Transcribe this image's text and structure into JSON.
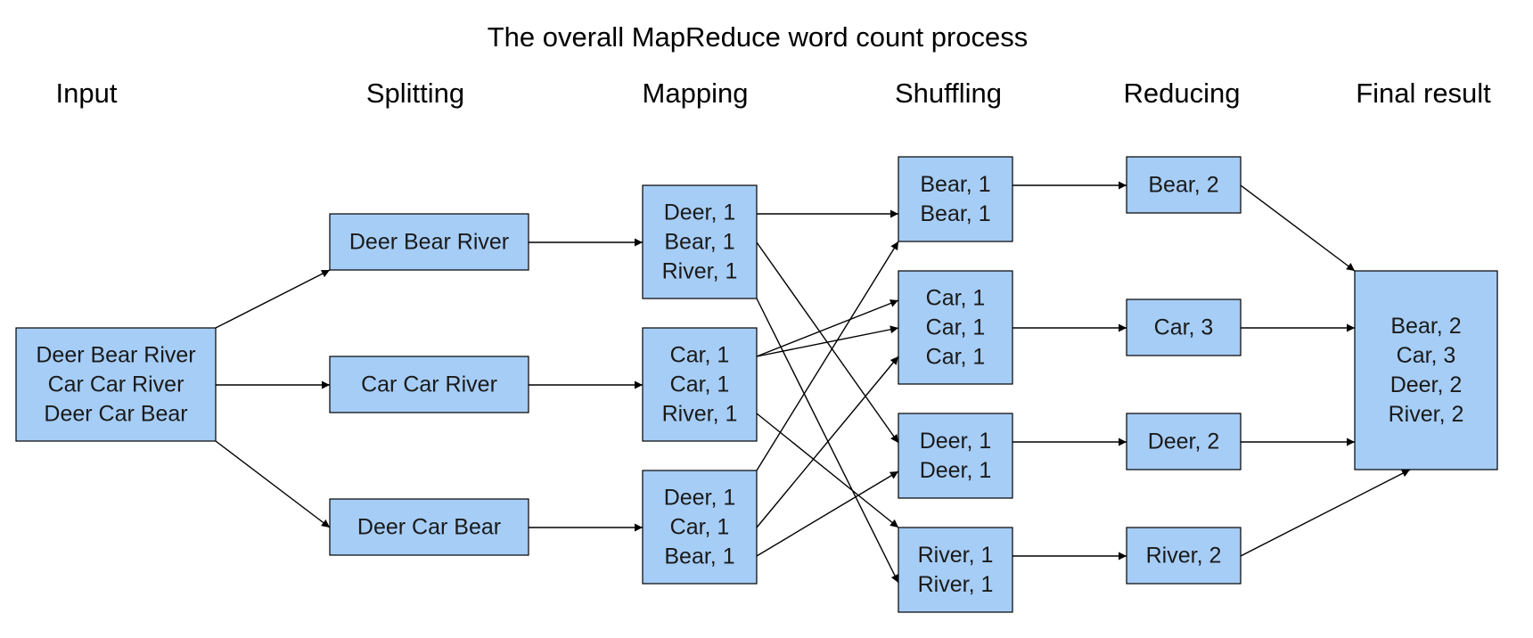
{
  "title": "The overall MapReduce word count process",
  "box_fill": "#a6cdf6",
  "stages": [
    {
      "id": "input",
      "label": "Input"
    },
    {
      "id": "splitting",
      "label": "Splitting"
    },
    {
      "id": "mapping",
      "label": "Mapping"
    },
    {
      "id": "shuffling",
      "label": "Shuffling"
    },
    {
      "id": "reducing",
      "label": "Reducing"
    },
    {
      "id": "final",
      "label": "Final result"
    }
  ],
  "nodes": [
    {
      "id": "input",
      "stage": "input",
      "lines": [
        "Deer Bear River",
        "Car Car River",
        "Deer Car Bear"
      ]
    },
    {
      "id": "split-1",
      "stage": "splitting",
      "lines": [
        "Deer Bear River"
      ]
    },
    {
      "id": "split-2",
      "stage": "splitting",
      "lines": [
        "Car Car River"
      ]
    },
    {
      "id": "split-3",
      "stage": "splitting",
      "lines": [
        "Deer Car Bear"
      ]
    },
    {
      "id": "map-1",
      "stage": "mapping",
      "lines": [
        "Deer, 1",
        "Bear, 1",
        "River, 1"
      ]
    },
    {
      "id": "map-2",
      "stage": "mapping",
      "lines": [
        "Car, 1",
        "Car, 1",
        "River, 1"
      ]
    },
    {
      "id": "map-3",
      "stage": "mapping",
      "lines": [
        "Deer, 1",
        "Car, 1",
        "Bear, 1"
      ]
    },
    {
      "id": "shuffle-bear",
      "stage": "shuffling",
      "lines": [
        "Bear, 1",
        "Bear, 1"
      ]
    },
    {
      "id": "shuffle-car",
      "stage": "shuffling",
      "lines": [
        "Car, 1",
        "Car, 1",
        "Car, 1"
      ]
    },
    {
      "id": "shuffle-deer",
      "stage": "shuffling",
      "lines": [
        "Deer, 1",
        "Deer, 1"
      ]
    },
    {
      "id": "shuffle-river",
      "stage": "shuffling",
      "lines": [
        "River, 1",
        "River, 1"
      ]
    },
    {
      "id": "reduce-bear",
      "stage": "reducing",
      "lines": [
        "Bear, 2"
      ]
    },
    {
      "id": "reduce-car",
      "stage": "reducing",
      "lines": [
        "Car, 3"
      ]
    },
    {
      "id": "reduce-deer",
      "stage": "reducing",
      "lines": [
        "Deer, 2"
      ]
    },
    {
      "id": "reduce-river",
      "stage": "reducing",
      "lines": [
        "River, 2"
      ]
    },
    {
      "id": "final",
      "stage": "final",
      "lines": [
        "Bear, 2",
        "Car, 3",
        "Deer, 2",
        "River, 2"
      ]
    }
  ],
  "edges": [
    {
      "from": "input",
      "to": "split-1"
    },
    {
      "from": "input",
      "to": "split-2"
    },
    {
      "from": "input",
      "to": "split-3"
    },
    {
      "from": "split-1",
      "to": "map-1"
    },
    {
      "from": "split-2",
      "to": "map-2"
    },
    {
      "from": "split-3",
      "to": "map-3"
    },
    {
      "from": "map-1",
      "to": "shuffle-bear"
    },
    {
      "from": "map-1",
      "to": "shuffle-deer"
    },
    {
      "from": "map-1",
      "to": "shuffle-river"
    },
    {
      "from": "map-2",
      "to": "shuffle-car"
    },
    {
      "from": "map-2",
      "to": "shuffle-car"
    },
    {
      "from": "map-2",
      "to": "shuffle-river"
    },
    {
      "from": "map-3",
      "to": "shuffle-bear"
    },
    {
      "from": "map-3",
      "to": "shuffle-car"
    },
    {
      "from": "map-3",
      "to": "shuffle-deer"
    },
    {
      "from": "shuffle-bear",
      "to": "reduce-bear"
    },
    {
      "from": "shuffle-car",
      "to": "reduce-car"
    },
    {
      "from": "shuffle-deer",
      "to": "reduce-deer"
    },
    {
      "from": "shuffle-river",
      "to": "reduce-river"
    },
    {
      "from": "reduce-bear",
      "to": "final"
    },
    {
      "from": "reduce-car",
      "to": "final"
    },
    {
      "from": "reduce-deer",
      "to": "final"
    },
    {
      "from": "reduce-river",
      "to": "final"
    }
  ]
}
